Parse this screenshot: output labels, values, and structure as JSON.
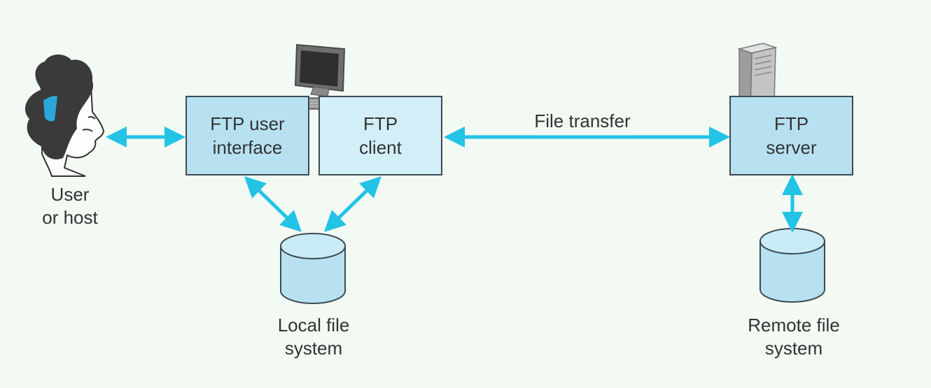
{
  "user": {
    "line1": "User",
    "line2": "or host"
  },
  "ftp_user_interface": {
    "line1": "FTP user",
    "line2": "interface"
  },
  "ftp_client": {
    "line1": "FTP",
    "line2": "client"
  },
  "ftp_server": {
    "line1": "FTP",
    "line2": "server"
  },
  "connection_label": "File transfer",
  "local_fs": {
    "line1": "Local file",
    "line2": "system"
  },
  "remote_fs": {
    "line1": "Remote file",
    "line2": "system"
  },
  "colors": {
    "arrow": "#23c3e6",
    "box_dark": "#b7e1f0",
    "box_light": "#d2eef6",
    "cylinder": "#b7e1f0",
    "background": "#f3f9f3"
  },
  "icons": [
    "user-icon",
    "desktop-computer-icon",
    "server-tower-icon",
    "database-icon"
  ]
}
